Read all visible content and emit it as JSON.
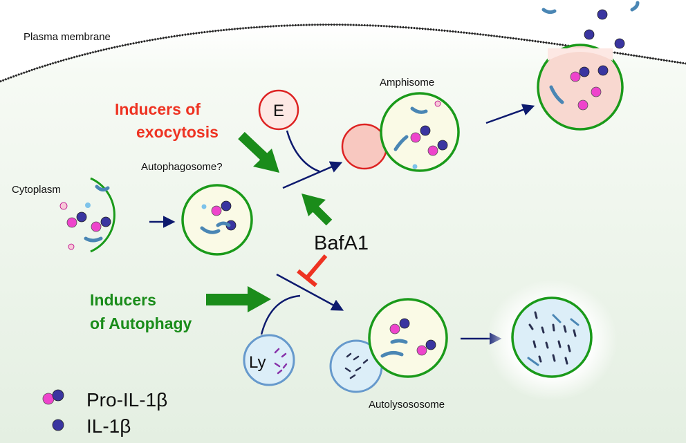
{
  "labels": {
    "plasma_membrane": "Plasma membrane",
    "cytoplasm": "Cytoplasm",
    "autophagosome": "Autophagosome?",
    "amphisome": "Amphisome",
    "autolysosome": "Autolysososome",
    "endosome": "E",
    "lysosome": "Ly",
    "bafa1": "BafA1",
    "inducers_exocytosis_line1": "Inducers of",
    "inducers_exocytosis_line2": "exocytosis",
    "inducers_autophagy_line1": "Inducers",
    "inducers_autophagy_line2": "of Autophagy"
  },
  "legend": {
    "pro_il1b": "Pro-IL-1β",
    "il1b": "IL-1β"
  },
  "colors": {
    "membrane_green": "#1a9a1a",
    "arrow_navy": "#0d1a6e",
    "inducer_green": "#1a8c1a",
    "exocytosis_red": "#ee3322",
    "endosome_fill": "#f8c8c0",
    "endosome_stroke": "#dd2222",
    "lysosome_fill": "#d8ecf6",
    "lysosome_stroke": "#6699cc",
    "vesicle_fill": "#fafae6",
    "pro_il1b_pink": "#ee44cc",
    "il1b_blue": "#3a35a0",
    "cytoplasm_bg": "#eaf3e8"
  }
}
